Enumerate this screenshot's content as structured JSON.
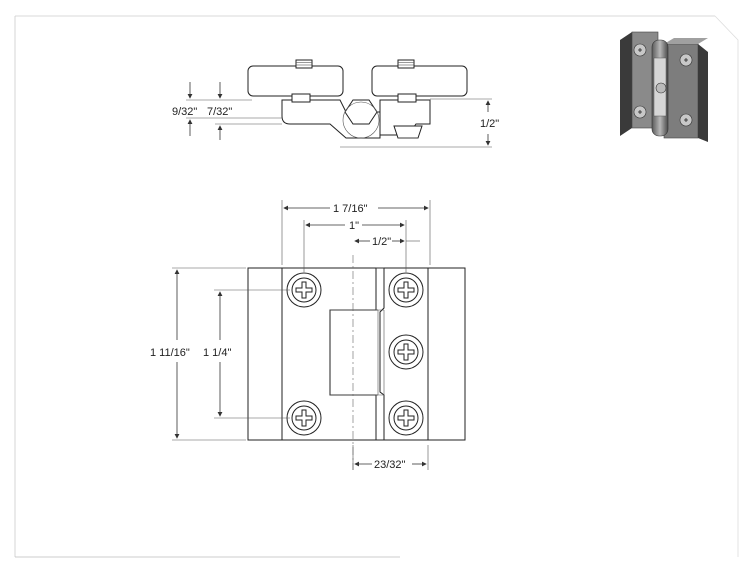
{
  "drawing": {
    "top_view": {
      "dim_left_outer": "9/32\"",
      "dim_left_inner": "7/32\"",
      "dim_right": "1/2\""
    },
    "front_view": {
      "dim_overall_width": "1 7/16\"",
      "dim_hole_spacing": "1\"",
      "dim_half": "1/2\"",
      "dim_overall_height": "1 11/16\"",
      "dim_hole_height": "1 1/4\"",
      "dim_bottom": "23/32\""
    },
    "thumbnail": "hinge-3d-render"
  }
}
